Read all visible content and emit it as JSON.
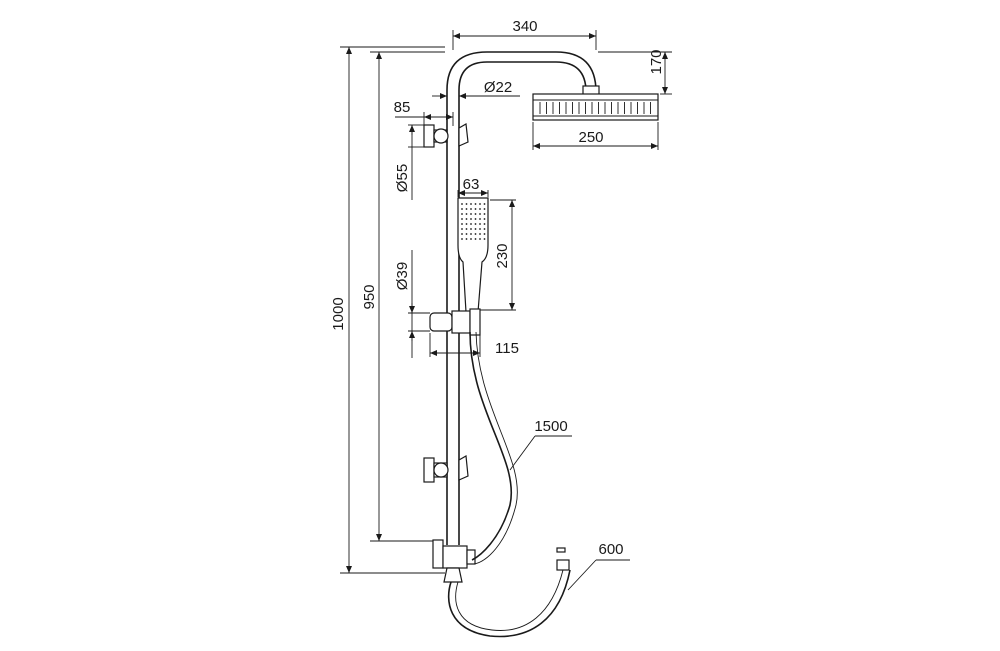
{
  "dimensions": {
    "head_arm_length": "340",
    "head_drop": "170",
    "pipe_diameter": "Ø22",
    "bracket_offset": "85",
    "bracket_diameter": "Ø55",
    "hand_shower_width": "63",
    "hand_shower_length": "230",
    "rail_diameter": "Ø39",
    "holder_offset": "115",
    "head_width": "250",
    "hose_length": "1500",
    "lower_hose_length": "600",
    "overall_height": "1000",
    "rail_height": "950"
  }
}
